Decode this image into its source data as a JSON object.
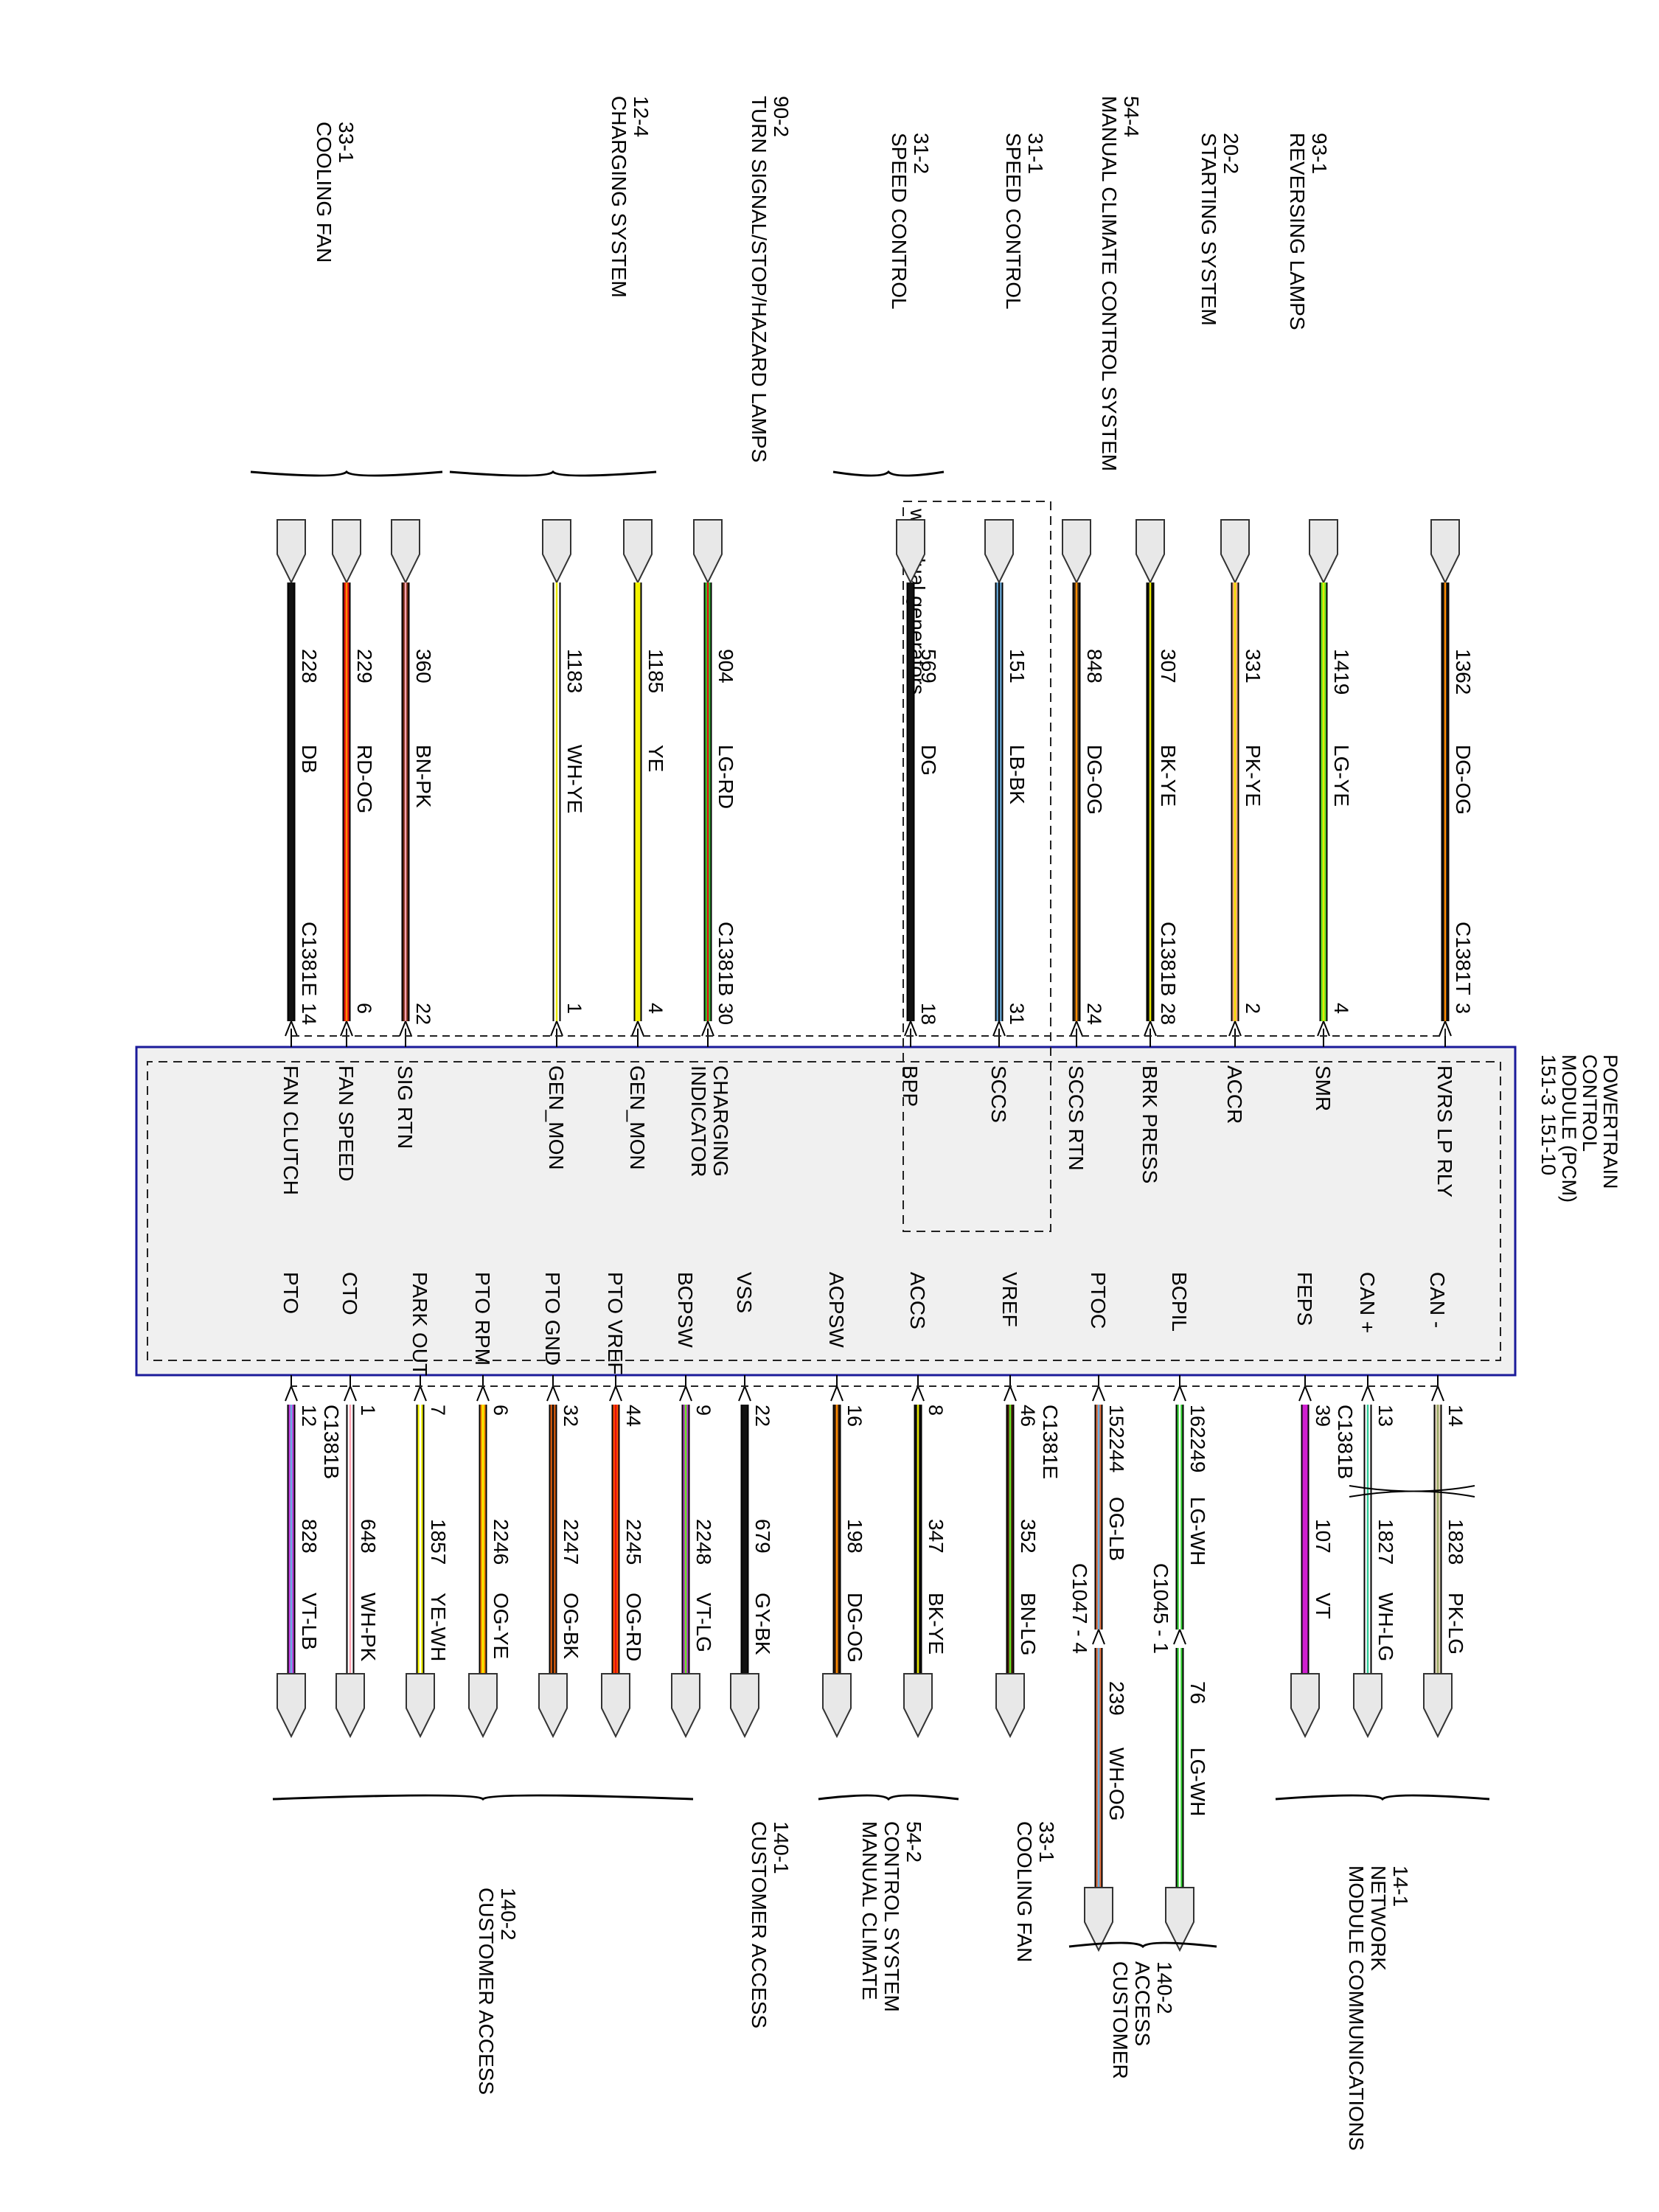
{
  "module": {
    "name_lines": [
      "POWERTRAIN",
      "CONTROL",
      "MODULE (PCM)"
    ],
    "ref_a": "151-3",
    "ref_b": "151-10"
  },
  "note": "with dual generators",
  "top_wires": [
    {
      "circuit": "228",
      "color_code": "DB",
      "color": "#111111",
      "stripe": null,
      "pin": "14",
      "signal": "FAN CLUTCH",
      "connector": "C1381E"
    },
    {
      "circuit": "229",
      "color_code": "RD-OG",
      "color": "#e01010",
      "stripe": "#ff8c00",
      "pin": "6",
      "signal": "FAN SPEED",
      "connector": ""
    },
    {
      "circuit": "360",
      "color_code": "BN-PK",
      "color": "#6b2a10",
      "stripe": "#ff9fb0",
      "pin": "22",
      "signal": "SIG RTN",
      "connector": ""
    },
    {
      "circuit": "1183",
      "color_code": "WH-YE",
      "color": "#ffffff",
      "stripe": "#e6e600",
      "pin": "1",
      "signal": "GEN_MON",
      "connector": ""
    },
    {
      "circuit": "1185",
      "color_code": "YE",
      "color": "#f2f200",
      "stripe": null,
      "pin": "4",
      "signal": "GEN_MON",
      "connector": ""
    },
    {
      "circuit": "904",
      "color_code": "LG-RD",
      "color": "#33cc33",
      "stripe": "#e01010",
      "pin": "30",
      "signal": "CHARGING INDICATOR",
      "connector": "C1381B"
    },
    {
      "circuit": "569",
      "color_code": "DG",
      "color": "#111111",
      "stripe": null,
      "pin": "18",
      "signal": "BPP",
      "connector": ""
    },
    {
      "circuit": "151",
      "color_code": "LB-BK",
      "color": "#6aaee0",
      "stripe": "#111111",
      "pin": "31",
      "signal": "SCCS",
      "connector": ""
    },
    {
      "circuit": "848",
      "color_code": "DG-OG",
      "color": "#3a2a1a",
      "stripe": "#ff8c00",
      "pin": "24",
      "signal": "SCCS RTN",
      "connector": ""
    },
    {
      "circuit": "307",
      "color_code": "BK-YE",
      "color": "#111111",
      "stripe": "#e6e600",
      "pin": "28",
      "signal": "BRK PRESS",
      "connector": "C1381B"
    },
    {
      "circuit": "331",
      "color_code": "PK-YE",
      "color": "#f6a97a",
      "stripe": "#f2e100",
      "pin": "2",
      "signal": "ACCR",
      "connector": ""
    },
    {
      "circuit": "1419",
      "color_code": "LG-YE",
      "color": "#66e622",
      "stripe": "#e6e600",
      "pin": "4",
      "signal": "SMR",
      "connector": ""
    },
    {
      "circuit": "1362",
      "color_code": "DG-OG",
      "color": "#111111",
      "stripe": "#ff8c00",
      "pin": "3",
      "signal": "RVRS LP RLY",
      "connector": "C1381T"
    }
  ],
  "bottom_wires": [
    {
      "circuit": "828",
      "color_code": "VT-LB",
      "color": "#c040e0",
      "stripe": "#6aaee0",
      "pin": "12",
      "signal": "PTO",
      "connector": "C1381B"
    },
    {
      "circuit": "648",
      "color_code": "WH-PK",
      "color": "#ffffff",
      "stripe": "#ff9fb0",
      "pin": "1",
      "signal": "CTO",
      "connector": ""
    },
    {
      "circuit": "1857",
      "color_code": "YE-WH",
      "color": "#f2f200",
      "stripe": "#ffffff",
      "pin": "7",
      "signal": "PARK OUT",
      "connector": ""
    },
    {
      "circuit": "2246",
      "color_code": "OG-YE",
      "color": "#ff8c00",
      "stripe": "#f2f200",
      "pin": "6",
      "signal": "PTO RPM",
      "connector": ""
    },
    {
      "circuit": "2247",
      "color_code": "OG-BK",
      "color": "#e06010",
      "stripe": "#111111",
      "pin": "32",
      "signal": "PTO GND",
      "connector": ""
    },
    {
      "circuit": "2245",
      "color_code": "OG-RD",
      "color": "#ff5000",
      "stripe": "#e01010",
      "pin": "44",
      "signal": "PTO VREF",
      "connector": ""
    },
    {
      "circuit": "2248",
      "color_code": "VT-LG",
      "color": "#b040c0",
      "stripe": "#66e622",
      "pin": "9",
      "signal": "BCPSW",
      "connector": ""
    },
    {
      "circuit": "679",
      "color_code": "GY-BK",
      "color": "#111111",
      "stripe": null,
      "pin": "22",
      "signal": "VSS",
      "connector": ""
    },
    {
      "circuit": "198",
      "color_code": "DG-OG",
      "color": "#3a2010",
      "stripe": "#ff8c00",
      "pin": "16",
      "signal": "ACPSW",
      "connector": ""
    },
    {
      "circuit": "347",
      "color_code": "BK-YE",
      "color": "#111111",
      "stripe": "#e6e600",
      "pin": "8",
      "signal": "ACCS",
      "connector": ""
    },
    {
      "circuit": "352",
      "color_code": "BN-LG",
      "color": "#4a2010",
      "stripe": "#66e622",
      "pin": "46",
      "signal": "VREF",
      "connector": "C1381E"
    },
    {
      "circuit": "2244",
      "color_code": "OG-LB",
      "color": "#e07040",
      "stripe": "#6aaee0",
      "pin": "15",
      "signal": "PTOC",
      "connector": "",
      "splice": "C1047 - 4",
      "circuit2": "239",
      "color_code2": "WH-OG"
    },
    {
      "circuit": "2249",
      "color_code": "LG-WH",
      "color": "#33cc33",
      "stripe": "#ffffff",
      "pin": "16",
      "signal": "BCPIL",
      "connector": "",
      "splice": "C1045 - 1",
      "circuit2": "76",
      "color_code2": "LG-WH"
    },
    {
      "circuit": "107",
      "color_code": "VT",
      "color": "#d020d0",
      "stripe": null,
      "pin": "39",
      "signal": "FEPS",
      "connector": "C1381B"
    },
    {
      "circuit": "1827",
      "color_code": "WH-LG",
      "color": "#ffffff",
      "stripe": "#33cc99",
      "pin": "13",
      "signal": "CAN +",
      "connector": ""
    },
    {
      "circuit": "1828",
      "color_code": "PK-LG",
      "color": "#e8d8c0",
      "stripe": "#99aa66",
      "pin": "14",
      "signal": "CAN -",
      "connector": ""
    }
  ],
  "top_groups": [
    {
      "lines": [
        "COOLING FAN",
        "33-1"
      ]
    },
    {
      "lines": [
        "CHARGING SYSTEM",
        "12-4"
      ]
    },
    {
      "lines": [
        "TURN SIGNAL/STOP/HAZARD LAMPS",
        "90-2"
      ]
    },
    {
      "lines": [
        "SPEED CONTROL",
        "31-2"
      ]
    },
    {
      "lines": [
        "SPEED CONTROL",
        "31-1"
      ]
    },
    {
      "lines": [
        "MANUAL CLIMATE CONTROL SYSTEM",
        "54-4"
      ]
    },
    {
      "lines": [
        "STARTING SYSTEM",
        "20-2"
      ]
    },
    {
      "lines": [
        "REVERSING LAMPS",
        "93-1"
      ]
    }
  ],
  "bottom_groups": [
    {
      "lines": [
        "CUSTOMER ACCESS",
        "140-2"
      ]
    },
    {
      "lines": [
        "CUSTOMER ACCESS",
        "140-1"
      ]
    },
    {
      "lines": [
        "MANUAL CLIMATE",
        "CONTROL SYSTEM",
        "54-2"
      ]
    },
    {
      "lines": [
        "COOLING FAN",
        "33-1"
      ]
    },
    {
      "lines": [
        "CUSTOMER",
        "ACCESS",
        "140-2"
      ]
    },
    {
      "lines": [
        "MODULE COMMUNICATIONS",
        "NETWORK",
        "14-1"
      ]
    }
  ]
}
